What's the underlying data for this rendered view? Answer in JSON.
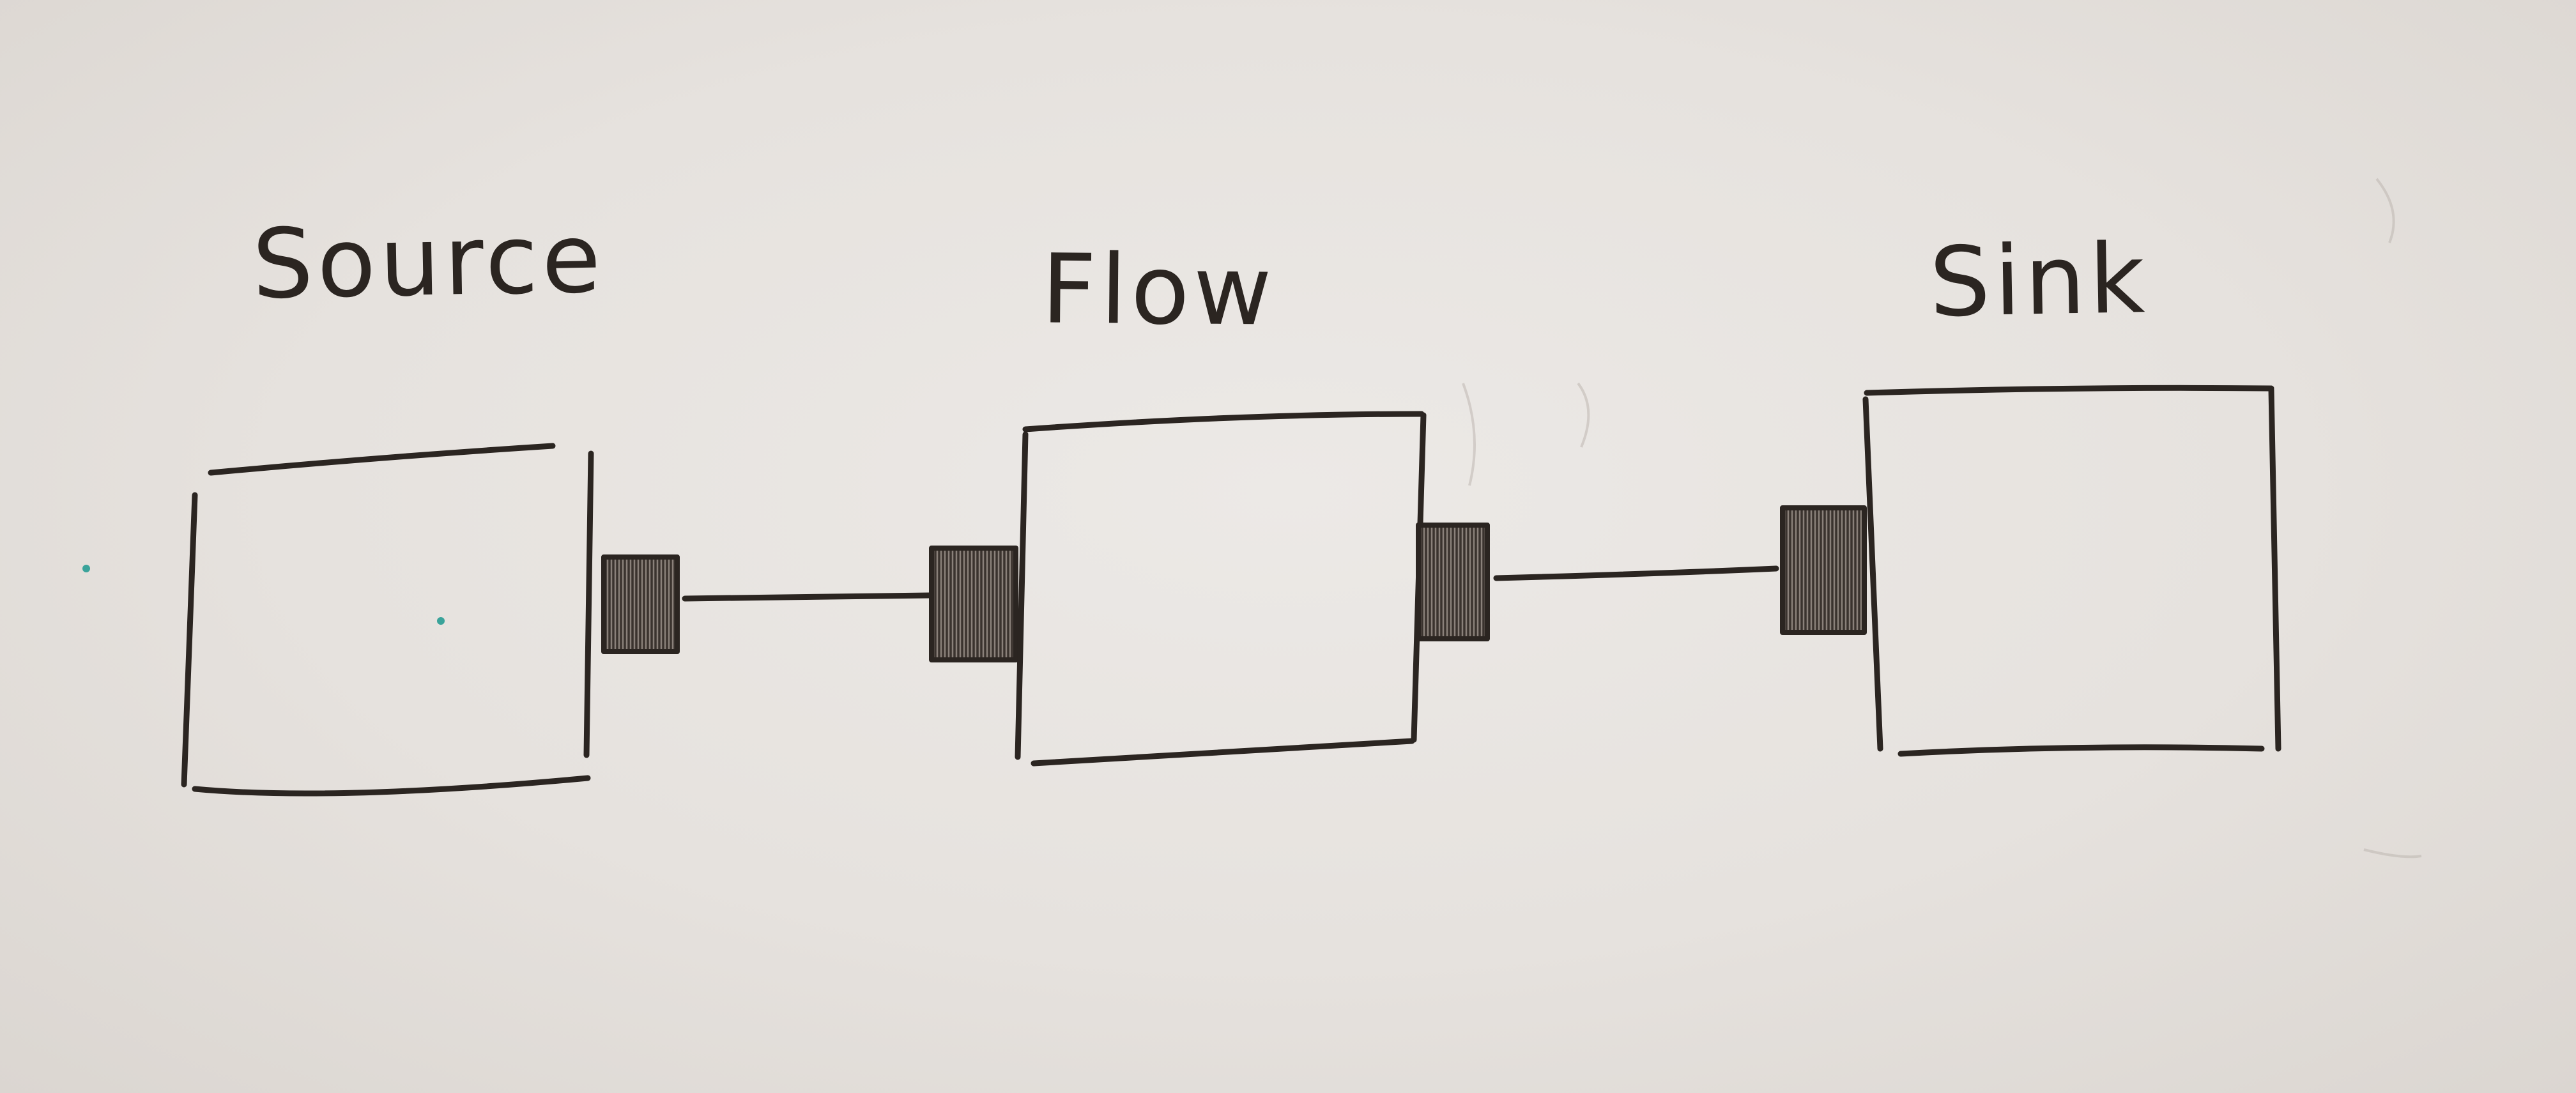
{
  "diagram": {
    "nodes": [
      {
        "id": "source",
        "label": "Source"
      },
      {
        "id": "flow",
        "label": "Flow"
      },
      {
        "id": "sink",
        "label": "Sink"
      }
    ],
    "edges": [
      {
        "from": "source",
        "to": "flow"
      },
      {
        "from": "flow",
        "to": "sink"
      }
    ],
    "ink_color": "#2b2521",
    "background_color": "#e8e5e2"
  }
}
